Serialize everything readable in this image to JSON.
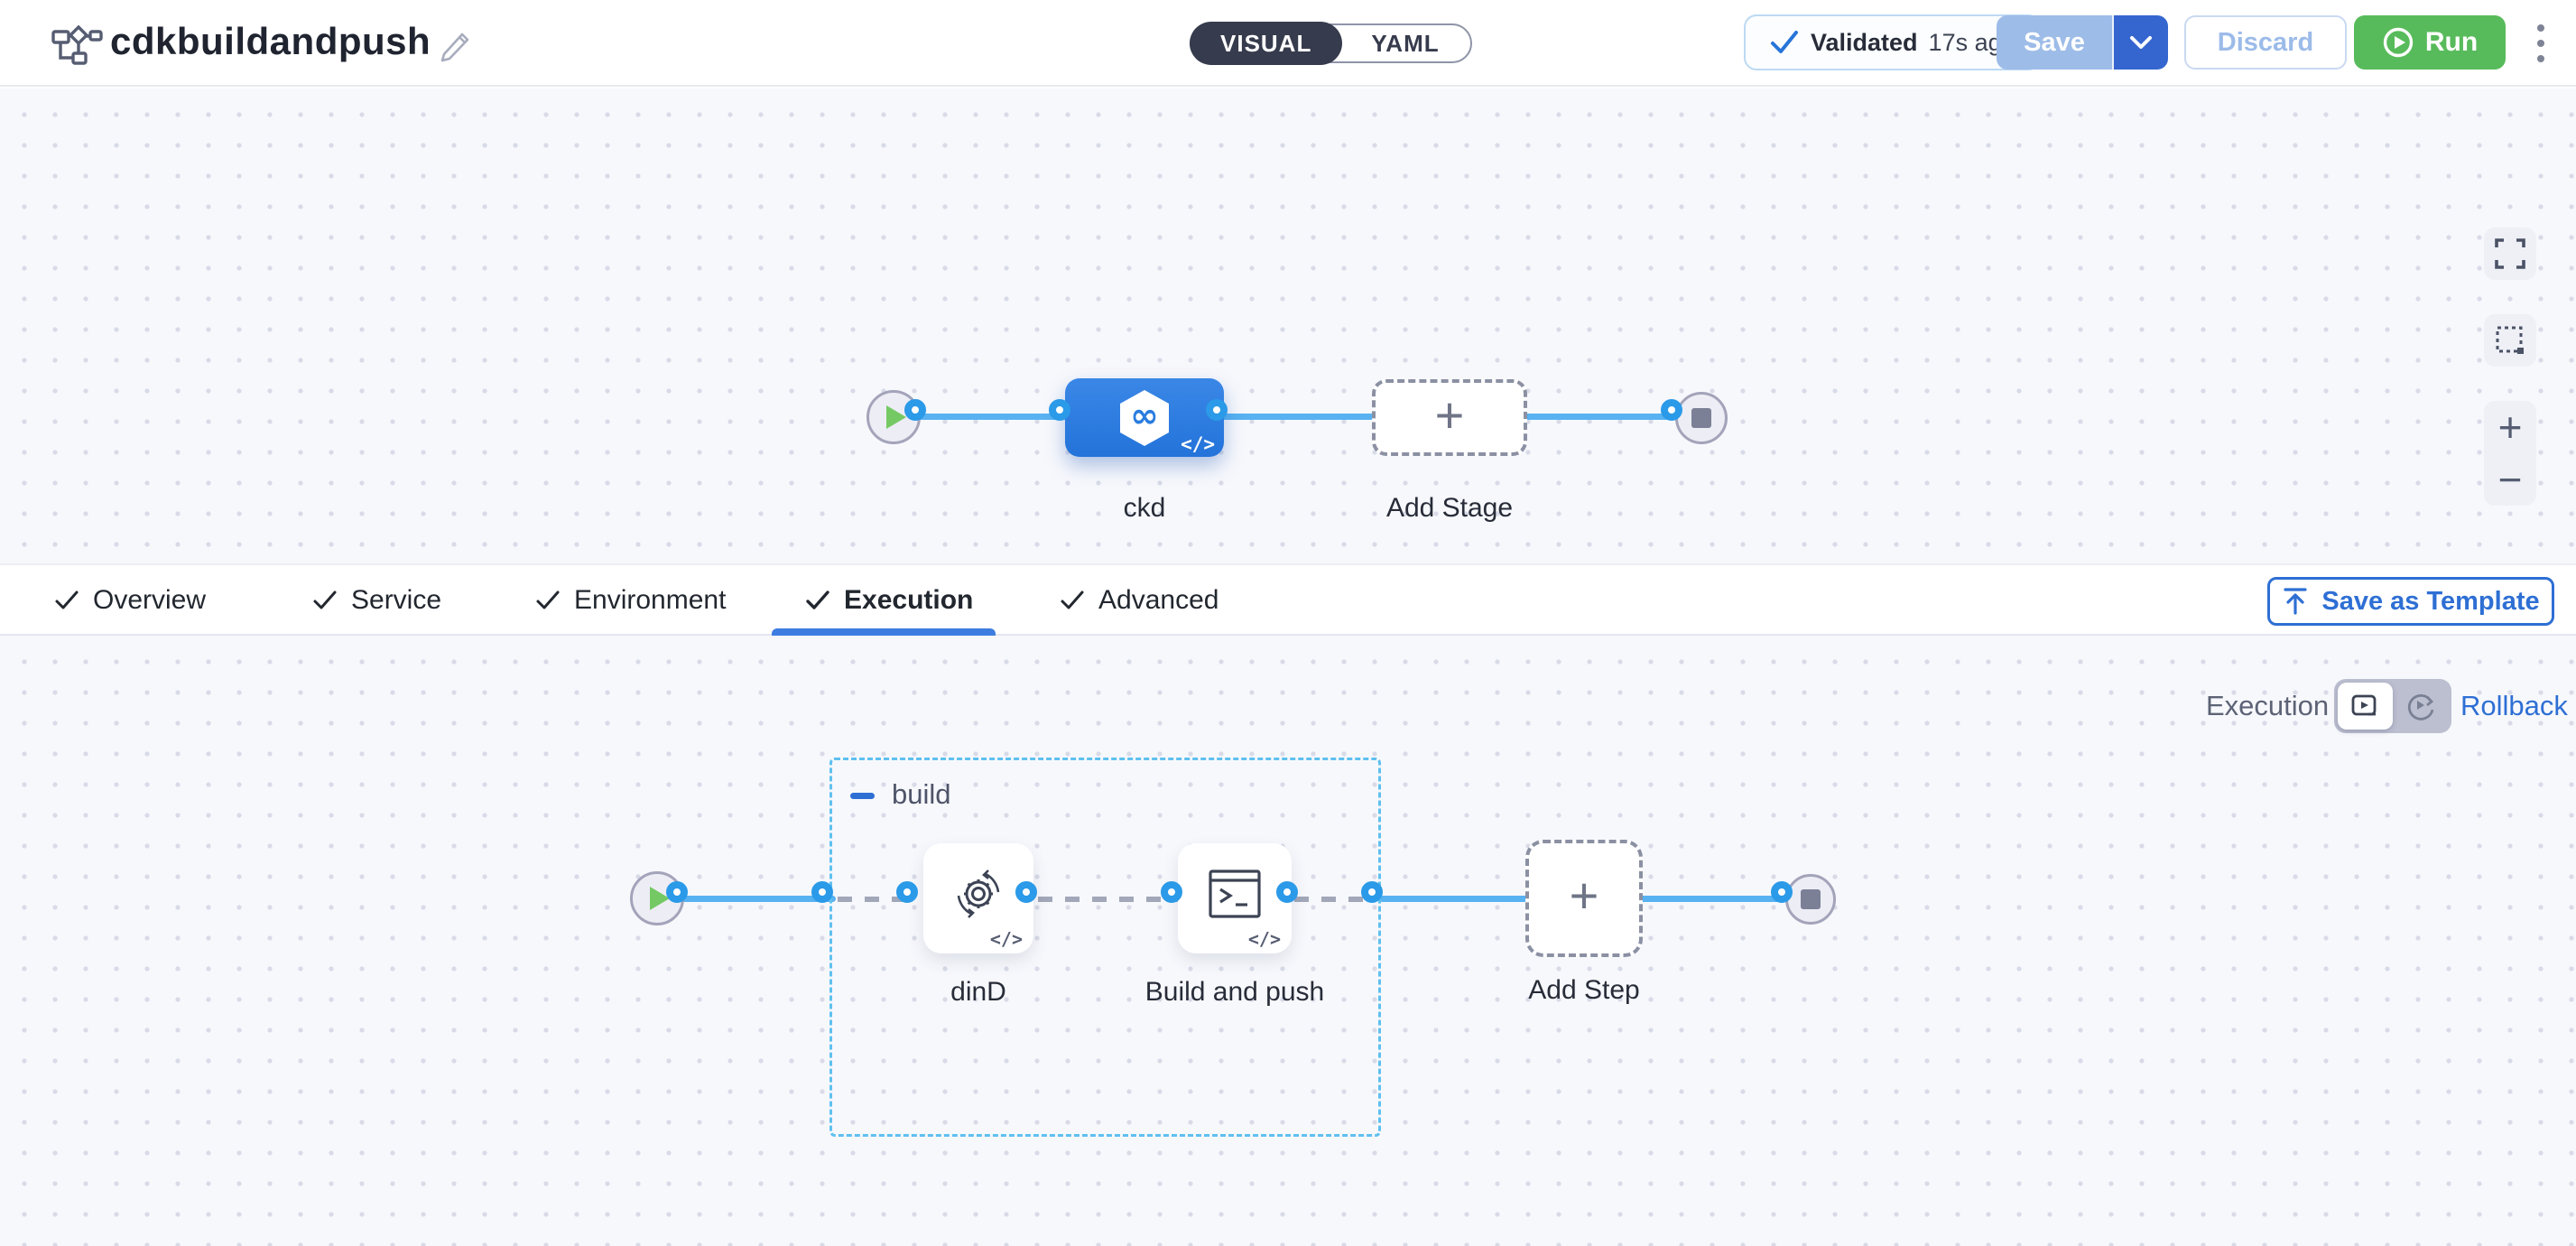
{
  "header": {
    "title": "cdkbuildandpush",
    "mode_toggle": {
      "visual": "VISUAL",
      "yaml": "YAML"
    },
    "validated": {
      "label": "Validated",
      "time": "17s ago"
    },
    "save_label": "Save",
    "discard_label": "Discard",
    "run_label": "Run"
  },
  "stage_canvas": {
    "stage_label": "ckd",
    "add_stage_label": "Add Stage",
    "stage_code_tag": "</>"
  },
  "tabs": {
    "items": [
      {
        "label": "Overview"
      },
      {
        "label": "Service"
      },
      {
        "label": "Environment"
      },
      {
        "label": "Execution"
      },
      {
        "label": "Advanced"
      }
    ],
    "active": "Execution",
    "save_as_template": "Save as Template"
  },
  "execution_panel": {
    "mode_label": "Execution",
    "rollback_label": "Rollback",
    "group_label": "build",
    "steps": [
      {
        "label": "dinD",
        "code_tag": "</>"
      },
      {
        "label": "Build and push",
        "code_tag": "</>"
      }
    ],
    "add_step_label": "Add Step"
  },
  "canvas_controls": {
    "zoom_in": "+",
    "zoom_out": "−"
  },
  "colors": {
    "accent_blue": "#2e6fd4",
    "node_blue": "#2a7cdf",
    "connector_blue": "#58b2f1",
    "ring_blue": "#2b9ae8",
    "run_green": "#58bb5b",
    "save_disabled_blue": "#9dbce8",
    "toggle_dark": "#363b4d",
    "canvas_bg": "#f7f8fc",
    "group_dash_blue": "#5fc0f0"
  }
}
